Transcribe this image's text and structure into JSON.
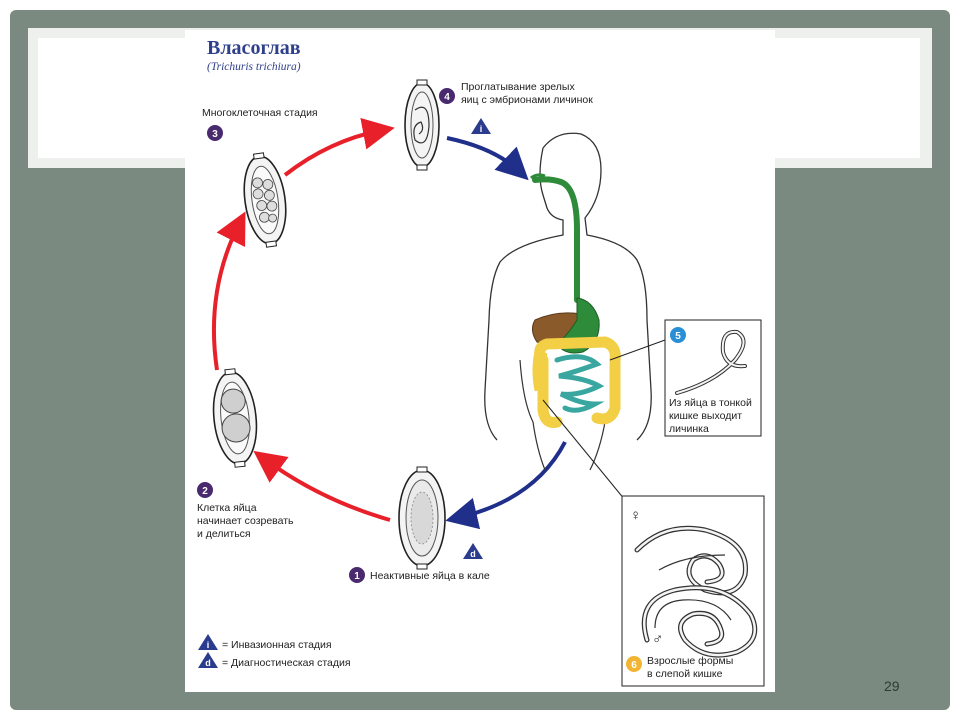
{
  "slide": {
    "page_number": "29"
  },
  "figure": {
    "title": "Власоглав",
    "subtitle": "(Trichuris trichiura)",
    "stages": [
      {
        "number": "1",
        "text_lines": [
          "Неактивные яйца в кале"
        ]
      },
      {
        "number": "2",
        "text_lines": [
          "Клетка яйца",
          "начинает созревать",
          "и делиться"
        ]
      },
      {
        "number": "3",
        "text_lines": [
          "Многоклеточная стадия"
        ]
      },
      {
        "number": "4",
        "text_lines": [
          "Проглатывание зрелых",
          "яиц с эмбрионами личинок"
        ]
      },
      {
        "number": "5",
        "text_lines": [
          "Из яйца в тонкой",
          "кишке выходит",
          "личинка"
        ]
      },
      {
        "number": "6",
        "text_lines": [
          "Взрослые формы",
          "в слепой кишке"
        ]
      }
    ],
    "markers": {
      "infective": "i",
      "diagnostic": "d",
      "female": "♀",
      "male": "♂"
    },
    "legend": [
      {
        "symbol": "i",
        "text": "= Инвазионная стадия"
      },
      {
        "symbol": "d",
        "text": "= Диагностическая стадия"
      }
    ]
  },
  "colors": {
    "slide_bg": "#7b8a80",
    "red_arrow": "#e8202a",
    "blue_arrow": "#1f2f8a",
    "stage_number": "#4a2a6e",
    "marker": "#2b3b8e",
    "esophagus": "#2e8b3a",
    "intestine": "#f2cf45",
    "small_intestine": "#3aa6a0",
    "liver": "#8b5a2b"
  }
}
